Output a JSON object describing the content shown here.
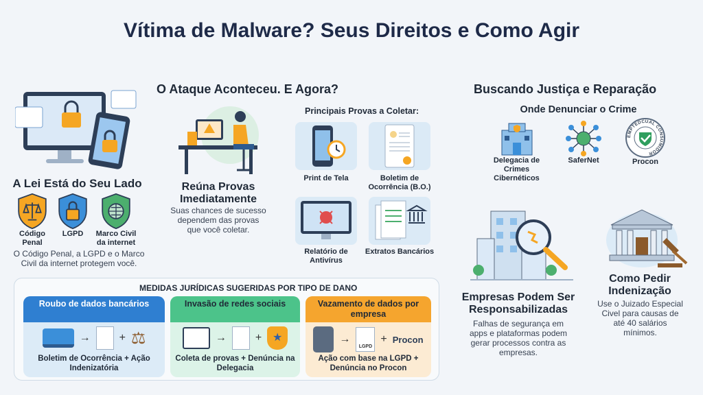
{
  "title": "Vítima de Malware? Seus Direitos e Como Agir",
  "left": {
    "heading": "A Lei Está do Seu Lado",
    "shields": [
      {
        "label": "Código Penal",
        "icon": "scales-icon",
        "color": "#f5a623"
      },
      {
        "label": "LGPD",
        "icon": "lock-icon",
        "color": "#3b8fd9"
      },
      {
        "label": "Marco Civil da internet",
        "icon": "globe-icon",
        "color": "#4caf6e"
      }
    ],
    "caption": "O Código Penal, a LGPD e o Marco Civil da internet protegem você."
  },
  "middle": {
    "heading": "O Ataque Aconteceu. E Agora?",
    "sub_heading": "Reúna Provas Imediatamente",
    "desc": "Suas chances de sucesso dependem das provas que você coletar.",
    "evidence_title": "Principais Provas a Coletar:",
    "evidence": [
      {
        "label": "Print de Tela"
      },
      {
        "label": "Boletim de Ocorrência (B.O.)"
      },
      {
        "label": "Relatório de Antivírus"
      },
      {
        "label": "Extratos Bancários"
      }
    ]
  },
  "measures": {
    "title": "MEDIDAS JURÍDICAS SUGERIDAS POR TIPO DE DANO",
    "items": [
      {
        "header": "Roubo de dados bancários",
        "result": "Boletim de Ocorrência + Ação Indenizatória",
        "color": "#2f7fd1",
        "bg": "#dcebf7"
      },
      {
        "header": "Invasão de redes sociais",
        "result": "Coleta de provas + Denúncia na Delegacia",
        "color": "#4cc38a",
        "bg": "#dcf3e8"
      },
      {
        "header": "Vazamento de dados por empresa",
        "result": "Ação com base na LGPD + Denúncia no Procon",
        "color": "#f5a52e",
        "bg": "#fcebd3"
      }
    ],
    "lgpd_doc": "LGPD",
    "procon_logo": "Procon"
  },
  "right": {
    "heading": "Buscando Justiça e Reparação",
    "report_title": "Onde Denunciar o Crime",
    "report_places": [
      {
        "label": "Delegacia de Crimes Cibernéticos"
      },
      {
        "label": "SaferNet"
      },
      {
        "label": "Procon"
      }
    ],
    "procon_seal": "EMPTEDCUAL CONSUMIDOR",
    "companies_title": "Empresas Podem Ser Responsabilizadas",
    "companies_desc": "Falhas de segurança em apps e plataformas podem gerar processos contra as empresas.",
    "compensation_title": "Como Pedir Indenização",
    "compensation_desc": "Use o Juizado Especial Civel para causas de até 40 salários mínimos."
  }
}
